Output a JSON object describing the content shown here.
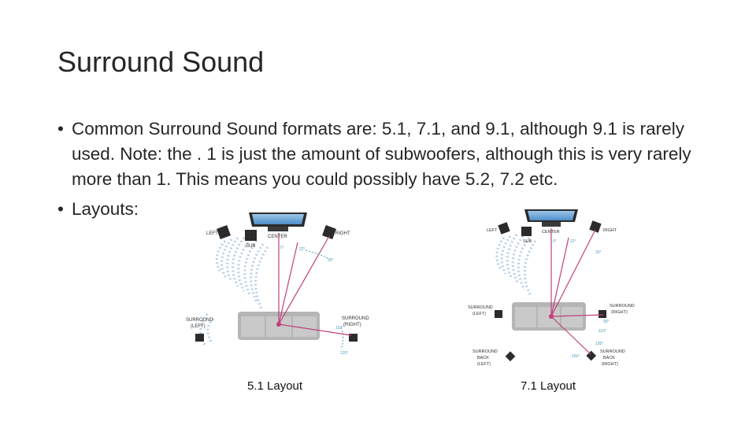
{
  "slide": {
    "title": "Surround Sound",
    "bullets": [
      {
        "bullet": "•",
        "text": "Common Surround Sound formats are: 5.1, 7.1, and 9.1, although 9.1 is rarely used. Note: the . 1 is just the amount of subwoofers, although this is very rarely more than 1. This means you could possibly have 5.2, 7.2 etc."
      },
      {
        "bullet": "•",
        "text": "Layouts:"
      }
    ]
  },
  "diagrams": {
    "left": {
      "caption": "5.1 Layout",
      "labels": {
        "left": "LEFT",
        "center": "CENTER",
        "right": "RIGHT",
        "sub": "SUB",
        "surround_left_1": "SURROUND",
        "surround_left_2": "(LEFT)",
        "surround_right_1": "SURROUND",
        "surround_right_2": "(RIGHT)",
        "angle_0": "0°",
        "angle_22": "22°",
        "angle_30": "30°",
        "angle_110": "110°",
        "angle_120": "120°"
      }
    },
    "right": {
      "caption": "7.1 Layout",
      "labels": {
        "left": "LEFT",
        "center": "CENTER",
        "right": "RIGHT",
        "sub": "SUB",
        "surround_left_1": "SURROUND",
        "surround_left_2": "(LEFT)",
        "surround_right_1": "SURROUND",
        "surround_right_2": "(RIGHT)",
        "back_left_1": "SURROUND",
        "back_left_2": "BACK",
        "back_left_3": "(LEFT)",
        "back_right_1": "SURROUND",
        "back_right_2": "BACK",
        "back_right_3": "(RIGHT)",
        "angle_0": "0°",
        "angle_22": "22°",
        "angle_30": "30°",
        "angle_90": "90°",
        "angle_110": "110°",
        "angle_135": "135°",
        "angle_150": "150°"
      }
    }
  },
  "colors": {
    "text": "#262626",
    "tv": "#6fa8d8",
    "waves": "#b8cfe6",
    "lines": "#c0407a",
    "sofa": "#b5b5b5",
    "speaker": "#2b2b2b"
  }
}
